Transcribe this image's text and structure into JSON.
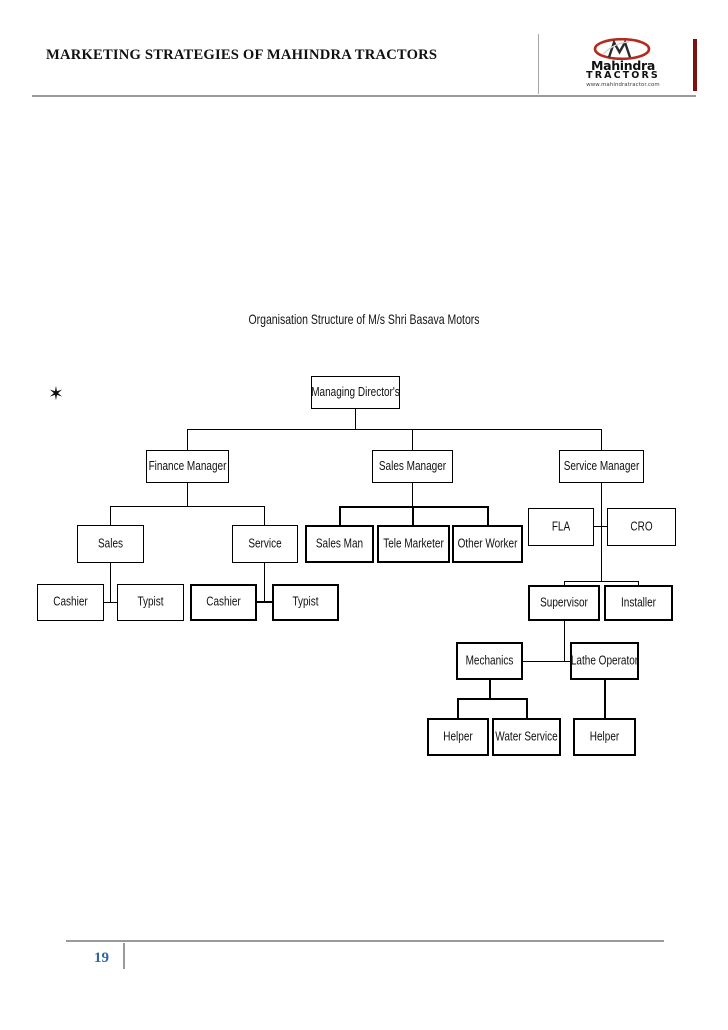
{
  "header": {
    "title": "MARKETING STRATEGIES OF MAHINDRA TRACTORS",
    "logo": {
      "mark": "mahindra-swoosh-icon",
      "wordmark": "Mahindra",
      "subtitle": "TRACTORS",
      "url": "www.mahindratractor.com"
    },
    "accent_red": "#7d1010",
    "rule_gray": "#9a9a9a"
  },
  "body": {
    "bullet": "✶",
    "chart_title": "Organisation Structure of M/s Shri Basava Motors"
  },
  "chart_data": {
    "type": "diagram",
    "title": "Organisation Structure of M/s Shri Basava Motors",
    "nodes": [
      {
        "id": "md",
        "label": "Managing Director's",
        "level": 0
      },
      {
        "id": "finance_mgr",
        "label": "Finance Manager",
        "level": 1
      },
      {
        "id": "sales_mgr",
        "label": "Sales Manager",
        "level": 1
      },
      {
        "id": "service_mgr",
        "label": "Service Manager",
        "level": 1
      },
      {
        "id": "sales",
        "label": "Sales",
        "level": 2
      },
      {
        "id": "service",
        "label": "Service",
        "level": 2
      },
      {
        "id": "sales_man",
        "label": "Sales Man",
        "level": 2
      },
      {
        "id": "tele_mkt",
        "label": "Tele Marketer",
        "level": 2
      },
      {
        "id": "other_worker",
        "label": "Other Worker",
        "level": 2
      },
      {
        "id": "fla",
        "label": "FLA",
        "level": 2
      },
      {
        "id": "cro",
        "label": "CRO",
        "level": 2
      },
      {
        "id": "cashier1",
        "label": "Cashier",
        "level": 3
      },
      {
        "id": "typist1",
        "label": "Typist",
        "level": 3
      },
      {
        "id": "cashier2",
        "label": "Cashier",
        "level": 3
      },
      {
        "id": "typist2",
        "label": "Typist",
        "level": 3
      },
      {
        "id": "supervisor",
        "label": "Supervisor",
        "level": 3
      },
      {
        "id": "installer",
        "label": "Installer",
        "level": 3
      },
      {
        "id": "mechanics",
        "label": "Mechanics",
        "level": 4
      },
      {
        "id": "lathe_op",
        "label": "Lathe Operator",
        "level": 4
      },
      {
        "id": "helper1",
        "label": "Helper",
        "level": 5
      },
      {
        "id": "water_svc",
        "label": "Water Service",
        "level": 5
      },
      {
        "id": "helper2",
        "label": "Helper",
        "level": 5
      }
    ],
    "edges": [
      {
        "from": "md",
        "to": "finance_mgr"
      },
      {
        "from": "md",
        "to": "sales_mgr"
      },
      {
        "from": "md",
        "to": "service_mgr"
      },
      {
        "from": "finance_mgr",
        "to": "sales"
      },
      {
        "from": "finance_mgr",
        "to": "service"
      },
      {
        "from": "sales_mgr",
        "to": "sales_man"
      },
      {
        "from": "sales_mgr",
        "to": "tele_mkt"
      },
      {
        "from": "sales_mgr",
        "to": "other_worker"
      },
      {
        "from": "service_mgr",
        "to": "fla"
      },
      {
        "from": "service_mgr",
        "to": "cro"
      },
      {
        "from": "sales",
        "to": "cashier1"
      },
      {
        "from": "sales",
        "to": "typist1"
      },
      {
        "from": "service",
        "to": "cashier2"
      },
      {
        "from": "service",
        "to": "typist2"
      },
      {
        "from": "service_mgr",
        "to": "supervisor"
      },
      {
        "from": "service_mgr",
        "to": "installer"
      },
      {
        "from": "supervisor",
        "to": "mechanics"
      },
      {
        "from": "supervisor",
        "to": "lathe_op"
      },
      {
        "from": "mechanics",
        "to": "helper1"
      },
      {
        "from": "mechanics",
        "to": "water_svc"
      },
      {
        "from": "lathe_op",
        "to": "helper2"
      }
    ]
  },
  "footer": {
    "page_number": "19"
  }
}
